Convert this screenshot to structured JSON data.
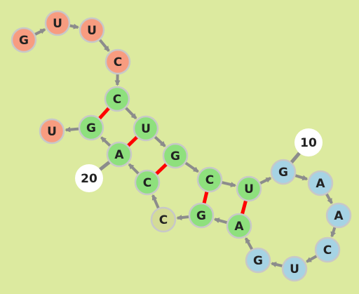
{
  "colors": {
    "background": "#dcea9f",
    "hairpin_5p": "#f79c80",
    "stem": "#8ee07d",
    "loop": "#a6d3e4",
    "bulge": "#d4dc96",
    "marker": "#ffffff",
    "pair_bond": "#ff0000",
    "backbone": "#8c8c8c"
  },
  "nucleotides": [
    {
      "id": 1,
      "base": "G",
      "group": "hairpin_5p"
    },
    {
      "id": 2,
      "base": "U",
      "group": "hairpin_5p"
    },
    {
      "id": 3,
      "base": "U",
      "group": "hairpin_5p"
    },
    {
      "id": 4,
      "base": "C",
      "group": "hairpin_5p"
    },
    {
      "id": 5,
      "base": "C",
      "group": "stem"
    },
    {
      "id": 6,
      "base": "U",
      "group": "stem"
    },
    {
      "id": 7,
      "base": "G",
      "group": "stem"
    },
    {
      "id": 8,
      "base": "C",
      "group": "stem"
    },
    {
      "id": 9,
      "base": "U",
      "group": "stem"
    },
    {
      "id": 10,
      "base": "G",
      "group": "loop"
    },
    {
      "id": 11,
      "base": "A",
      "group": "loop"
    },
    {
      "id": 12,
      "base": "A",
      "group": "loop"
    },
    {
      "id": 13,
      "base": "C",
      "group": "loop"
    },
    {
      "id": 14,
      "base": "U",
      "group": "loop"
    },
    {
      "id": 15,
      "base": "G",
      "group": "loop"
    },
    {
      "id": 16,
      "base": "A",
      "group": "stem"
    },
    {
      "id": 17,
      "base": "G",
      "group": "stem"
    },
    {
      "id": 18,
      "base": "C",
      "group": "bulge"
    },
    {
      "id": 19,
      "base": "C",
      "group": "stem"
    },
    {
      "id": 20,
      "base": "A",
      "group": "stem"
    },
    {
      "id": 21,
      "base": "G",
      "group": "stem"
    },
    {
      "id": 22,
      "base": "U",
      "group": "hairpin_5p"
    }
  ],
  "base_pairs": [
    [
      5,
      21
    ],
    [
      6,
      20
    ],
    [
      7,
      19
    ],
    [
      8,
      17
    ],
    [
      9,
      16
    ]
  ],
  "position_markers": [
    {
      "label": "10",
      "anchor": 10
    },
    {
      "label": "20",
      "anchor": 20
    }
  ]
}
